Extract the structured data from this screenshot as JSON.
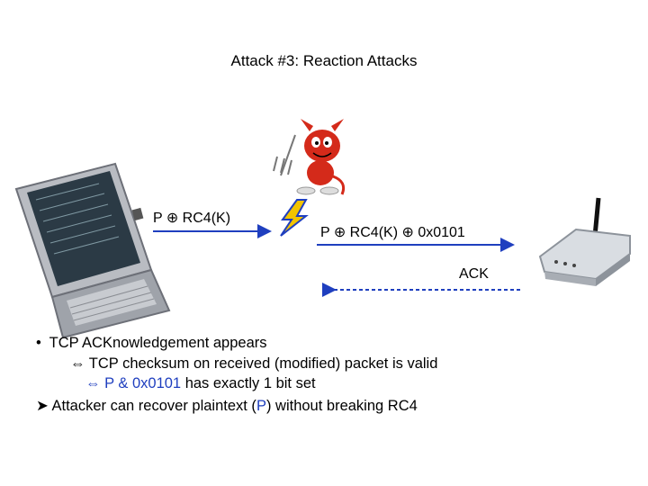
{
  "title": "Attack #3: Reaction Attacks",
  "labels": {
    "left_packet": "P ⊕ RC4(K)",
    "modified_packet": "P ⊕ RC4(K) ⊕ 0x0101",
    "ack": "ACK"
  },
  "bullets": [
    {
      "prefix": "•  ",
      "text": "TCP ACKnowledgement appears"
    },
    {
      "prefix": "⇔ ",
      "text": "TCP checksum on received (modified) packet is valid"
    },
    {
      "prefix": "⇔ ",
      "highlight": "P & 0x0101",
      "text": " has exactly 1 bit set"
    },
    {
      "prefix": "➤ ",
      "text_before": "Attacker can recover plaintext (",
      "highlight": "P",
      "text_after": ") without breaking RC4"
    }
  ],
  "colors": {
    "highlight": "#1f3fbf",
    "devil": "#d42a1a",
    "arrow": "#1f3fbf"
  },
  "icons": [
    "laptop-icon",
    "devil-mascot-icon",
    "lightning-bolt-icon",
    "wireless-access-point-icon"
  ]
}
